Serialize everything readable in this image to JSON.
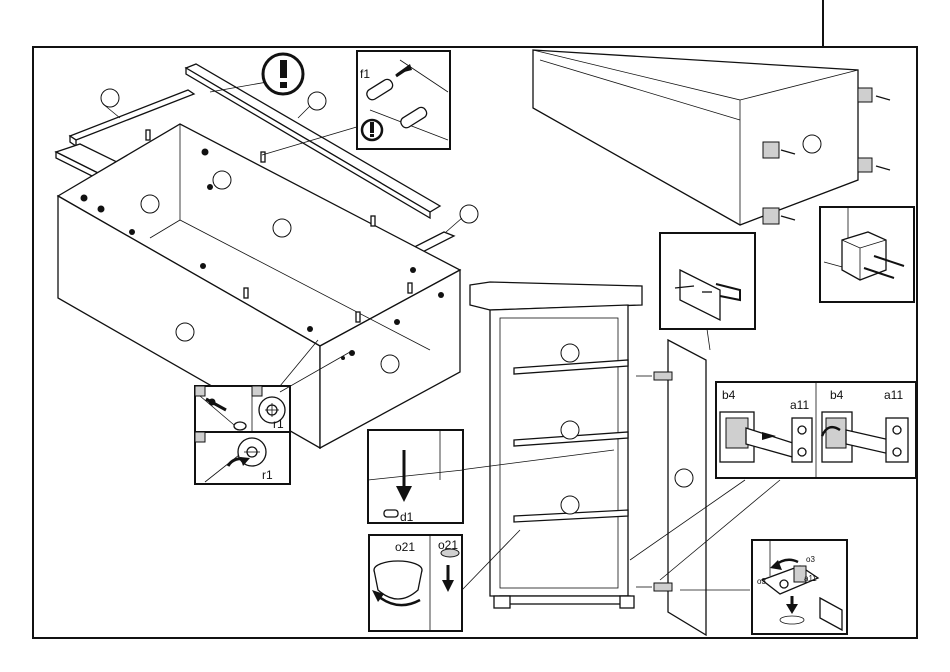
{
  "labels": {
    "f1": "f1",
    "r1_top": "r1",
    "r1_bottom": "r1",
    "d1": "d1",
    "o21_left": "o21",
    "o21_right": "o21",
    "b4_left": "b4",
    "a11_left": "a11",
    "b4_right": "b4",
    "a11_right": "a11",
    "o3_a": "o3",
    "o3_b": "o3",
    "a11_small": "a11"
  },
  "icons": [
    "exclamation-icon",
    "exclamation-icon",
    "screw-icon",
    "arrow-down-icon",
    "rotate-arrow-icon"
  ],
  "colors": {
    "line": "#111111",
    "background": "#ffffff",
    "shade": "#cfcfcf"
  }
}
